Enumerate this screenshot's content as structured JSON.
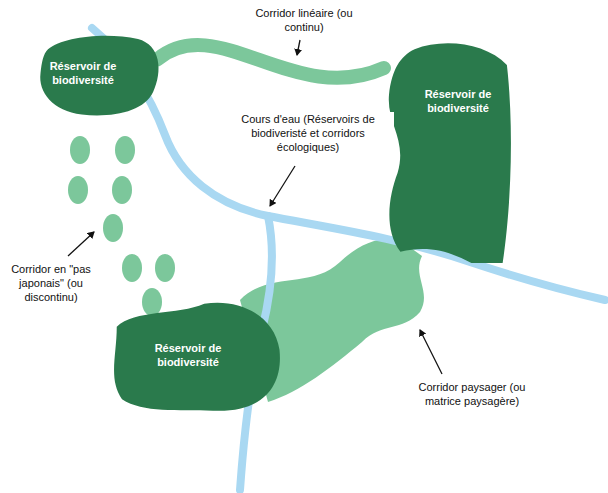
{
  "diagram": {
    "nodes": [
      {
        "text": [
          "Réservoir de biodiversité"
        ]
      },
      {
        "text": [
          "Réservoir de biodiversité"
        ]
      },
      {
        "text": [
          "Réservoir de biodiversité"
        ]
      }
    ],
    "edges": [
      {
        "from": 0,
        "to": 1,
        "arrow": "none"
      }
    ],
    "labels": [
      "Corridor linéaire (ou continu)",
      "Cours d'eau (Réservoirs de biodiveristé et corridors écologiques)",
      "Corridor en \"pas japonais\" (ou discontinu)",
      "Corridor paysager (ou matrice paysagère)"
    ]
  }
}
